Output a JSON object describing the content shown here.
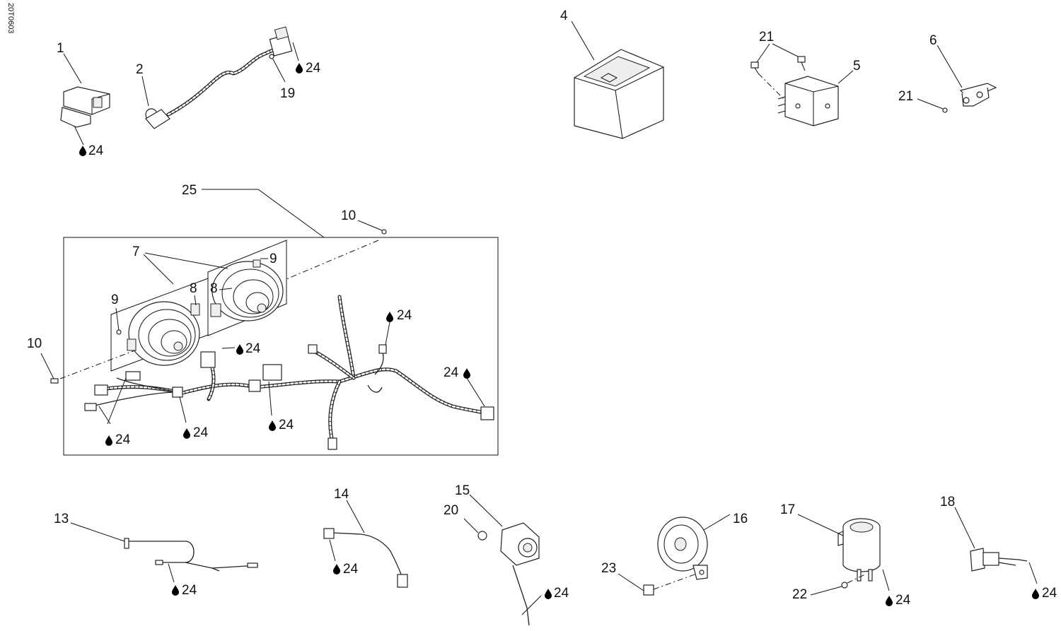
{
  "figure_code": "20T0603",
  "drop_icon": "sealant-drop-icon",
  "parts": {
    "p1": "1",
    "p2": "2",
    "p4": "4",
    "p5": "5",
    "p6": "6",
    "p7": "7",
    "p8a": "8",
    "p8b": "8",
    "p9a": "9",
    "p9b": "9",
    "p10a": "10",
    "p10b": "10",
    "p13": "13",
    "p14": "14",
    "p15": "15",
    "p16": "16",
    "p17": "17",
    "p18": "18",
    "p19": "19",
    "p20": "20",
    "p21a": "21",
    "p21b": "21",
    "p22": "22",
    "p23": "23",
    "p25": "25"
  },
  "sealant_ref": "24"
}
